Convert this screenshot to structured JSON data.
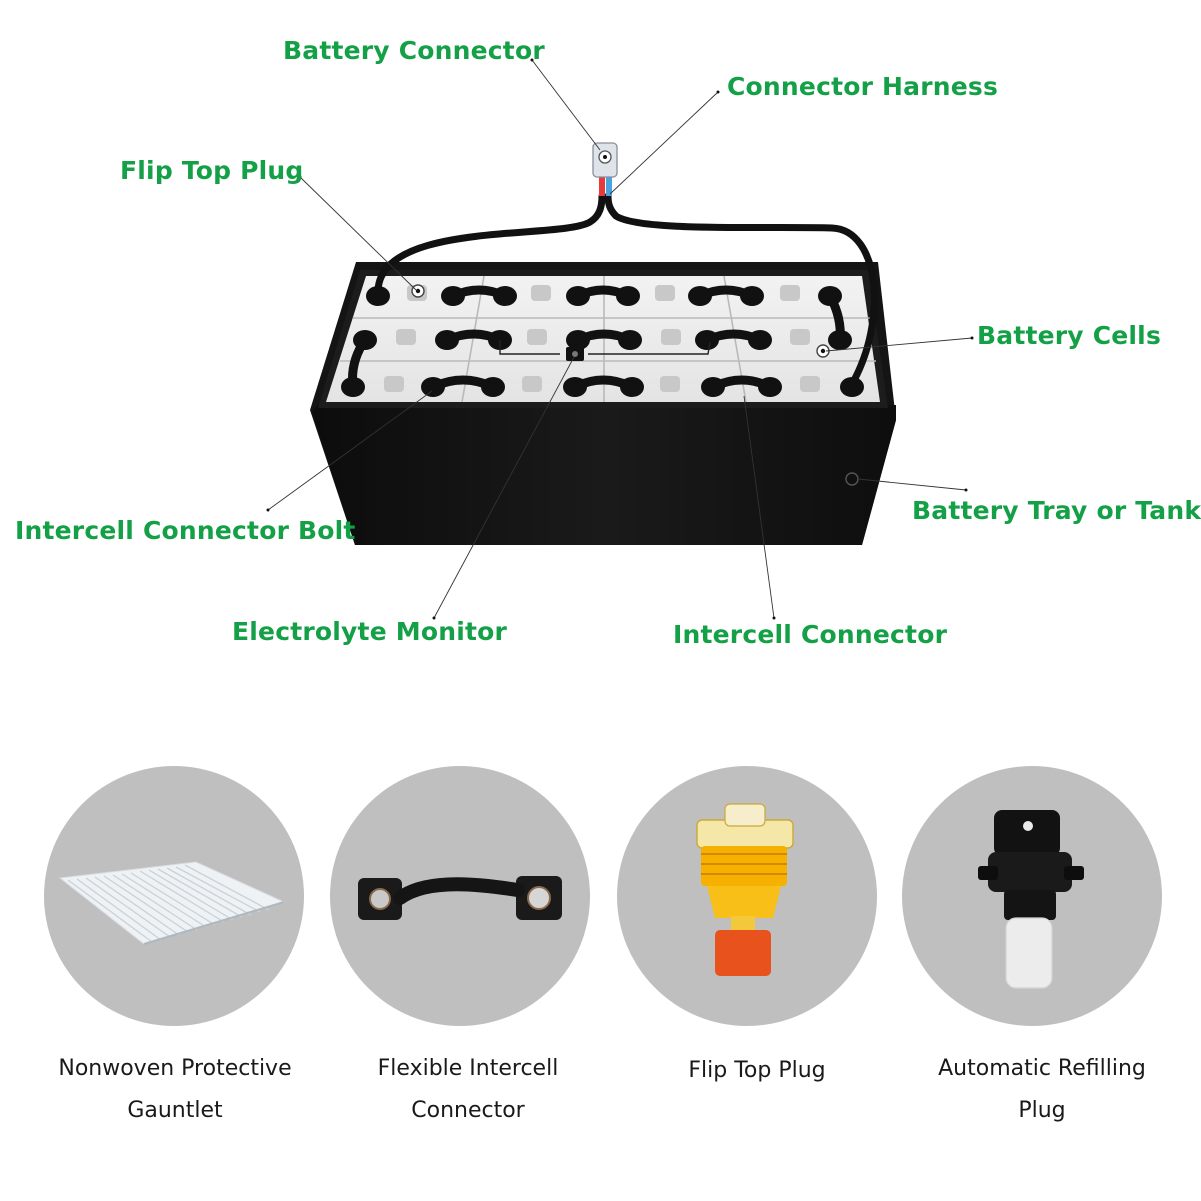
{
  "callouts": {
    "battery_connector": "Battery Connector",
    "connector_harness": "Connector Harness",
    "flip_top_plug": "Flip Top Plug",
    "battery_cells": "Battery Cells",
    "battery_tray": "Battery Tray or Tank",
    "intercell_connector_bolt": "Intercell Connector Bolt",
    "electrolyte_monitor": "Electrolyte Monitor",
    "intercell_connector": "Intercell Connector"
  },
  "accessories": [
    {
      "line1": "Nonwoven Protective",
      "line2": "Gauntlet",
      "icon": "gauntlet-tubes-icon"
    },
    {
      "line1": "Flexible Intercell",
      "line2": "Connector",
      "icon": "flexible-connector-icon"
    },
    {
      "line1": "Flip Top Plug",
      "line2": "",
      "icon": "flip-top-plug-icon"
    },
    {
      "line1": "Automatic Refilling",
      "line2": "Plug",
      "icon": "refilling-plug-icon"
    }
  ],
  "colors": {
    "label_green": "#14a046",
    "circle_gray": "#bfbfbf",
    "battery_black": "#121212",
    "cell_top": "#ececec",
    "plug_yellow": "#f5b000",
    "plug_orange": "#e8521c",
    "positive_red": "#e83a3a",
    "negative_blue": "#4aa3df"
  }
}
